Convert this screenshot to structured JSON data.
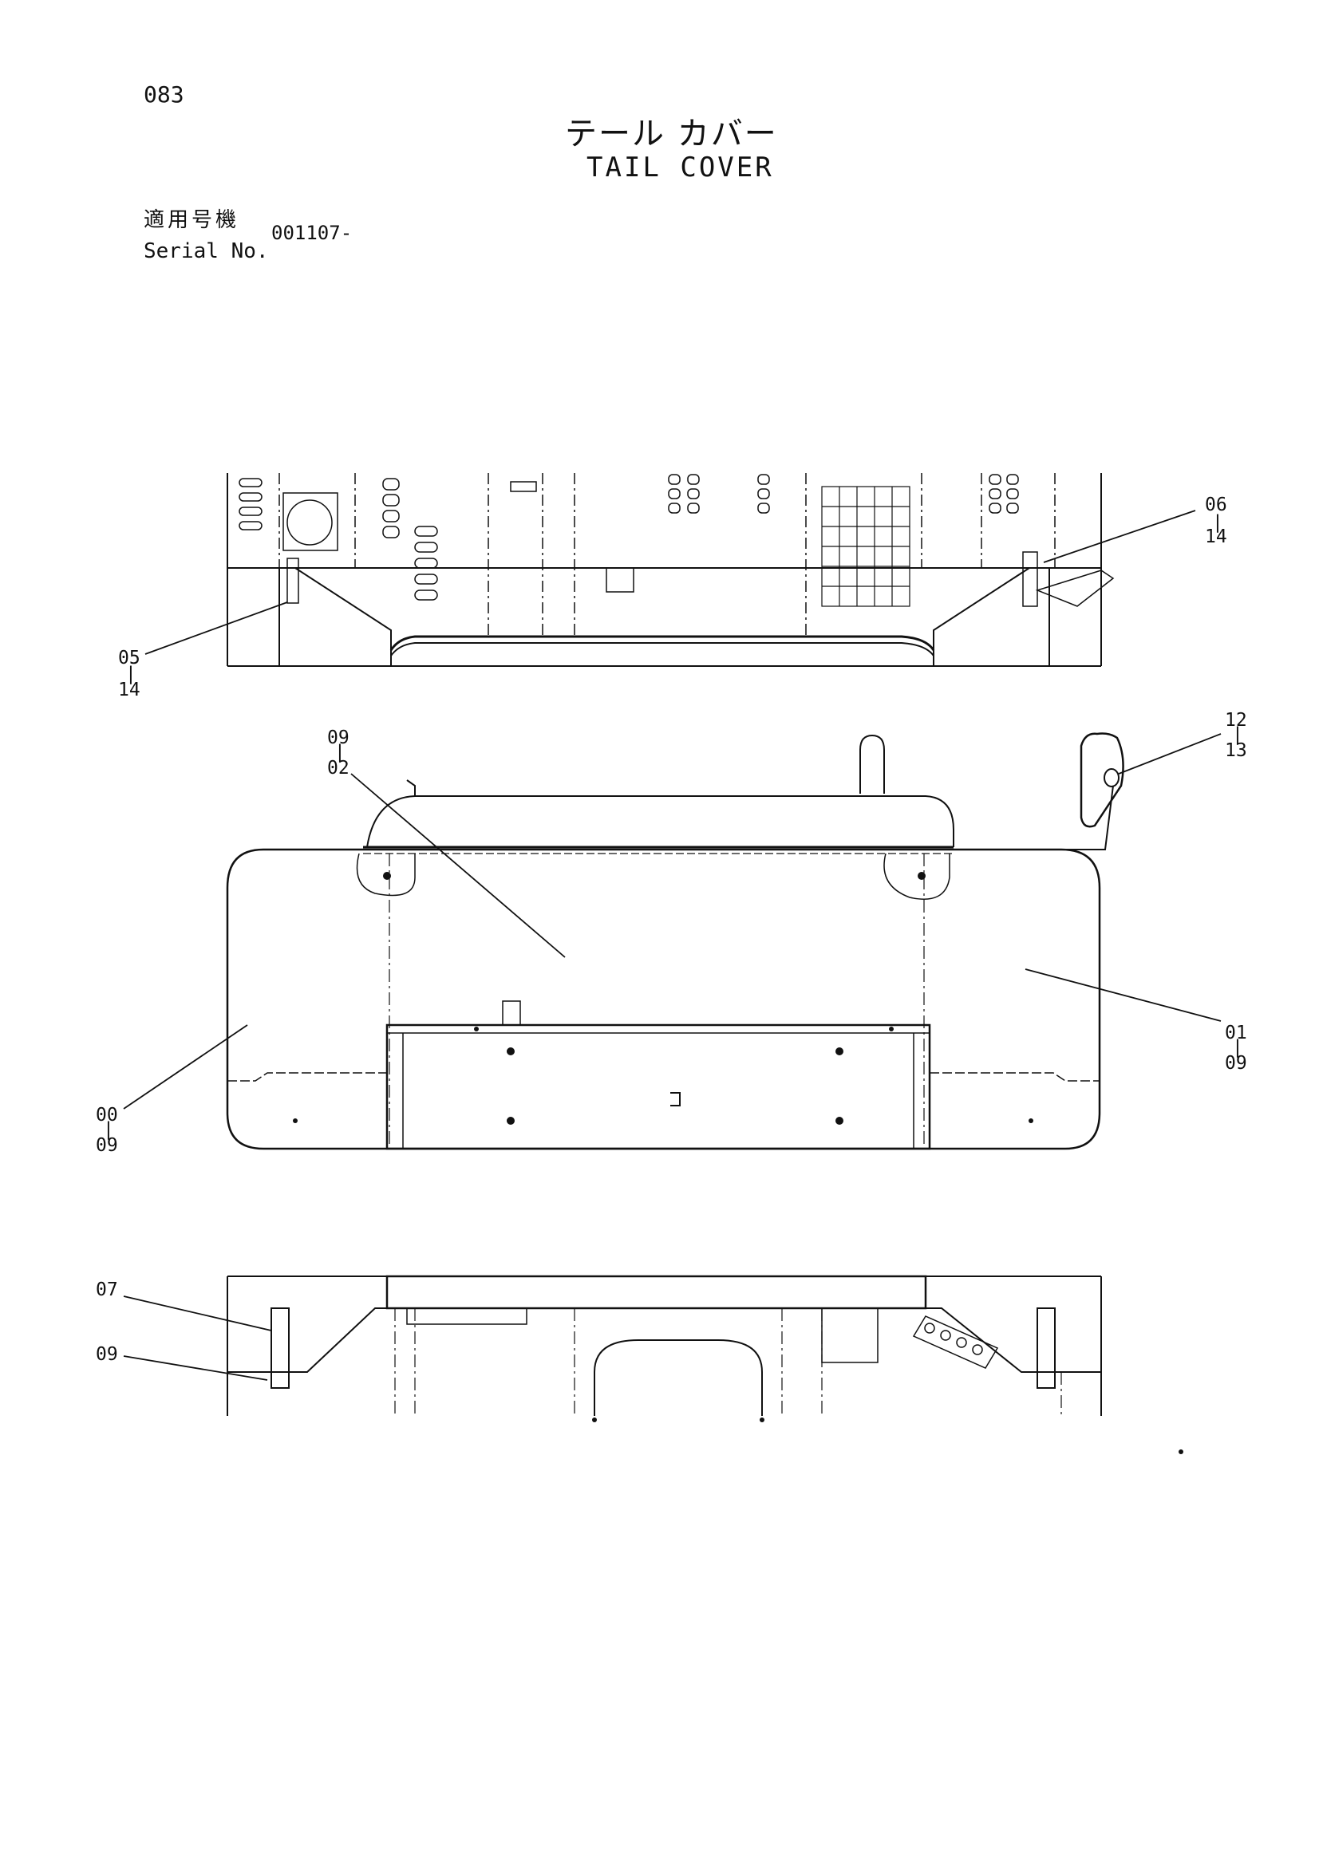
{
  "header": {
    "page_number": "083",
    "title_ja": "テール カバー",
    "title_en": "TAIL COVER"
  },
  "serial": {
    "label_ja": "適用号機",
    "label_en": "Serial No.",
    "value": "001107-"
  },
  "callouts": {
    "top_right": {
      "a": "06",
      "b": "14"
    },
    "top_left": {
      "a": "05",
      "b": "14"
    },
    "mirror": {
      "a": "12",
      "b": "13"
    },
    "cover_top": {
      "a": "09",
      "b": "02"
    },
    "cover_right": {
      "a": "01",
      "b": "09"
    },
    "cover_left": {
      "a": "00",
      "b": "09"
    },
    "bottom_07": {
      "a": "07"
    },
    "bottom_09": {
      "a": "09"
    }
  }
}
